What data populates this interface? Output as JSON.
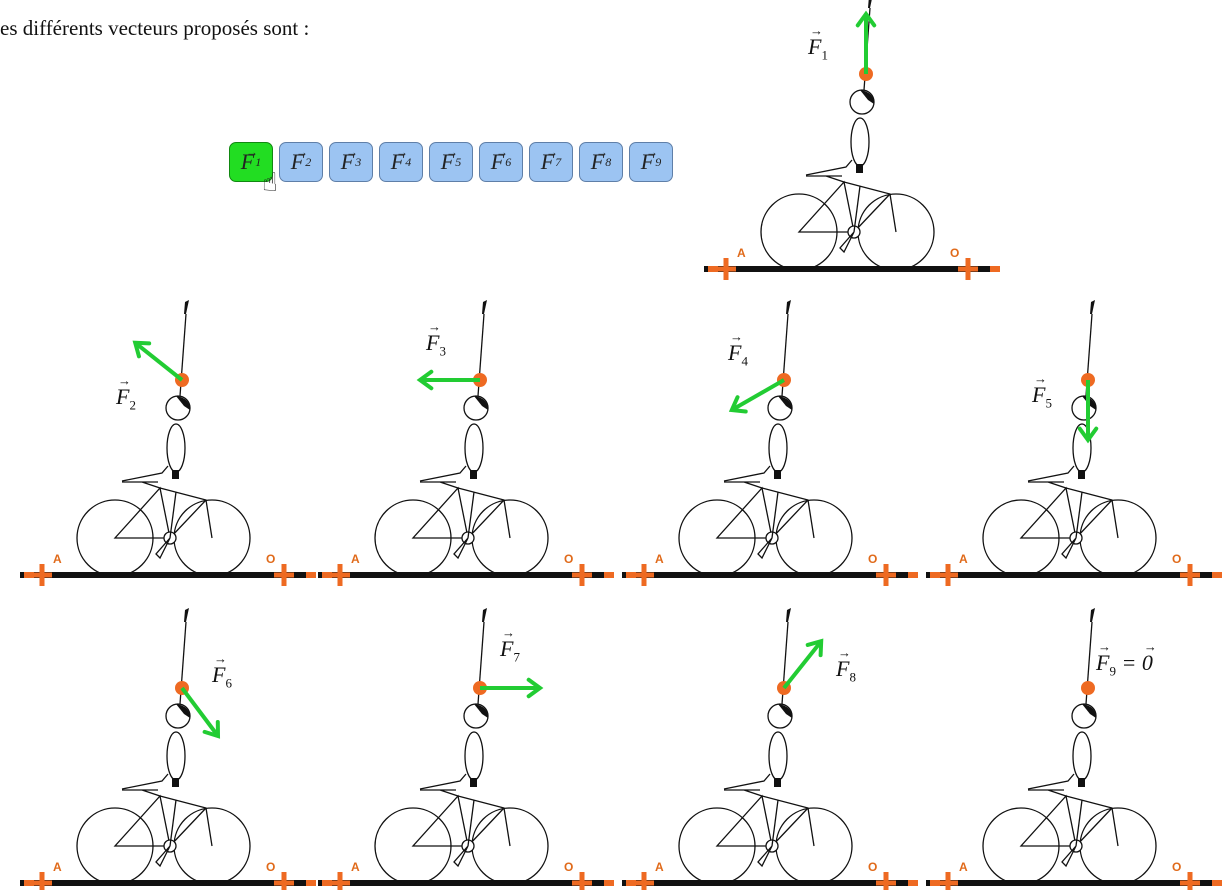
{
  "intro_text": "es différents vecteurs proposés sont :",
  "selector": {
    "buttons": [
      {
        "letter": "F",
        "index": "1",
        "active": true
      },
      {
        "letter": "F",
        "index": "2",
        "active": false
      },
      {
        "letter": "F",
        "index": "3",
        "active": false
      },
      {
        "letter": "F",
        "index": "4",
        "active": false
      },
      {
        "letter": "F",
        "index": "5",
        "active": false
      },
      {
        "letter": "F",
        "index": "6",
        "active": false
      },
      {
        "letter": "F",
        "index": "7",
        "active": false
      },
      {
        "letter": "F",
        "index": "8",
        "active": false
      },
      {
        "letter": "F",
        "index": "9",
        "active": false
      }
    ]
  },
  "arrow_glyph": "→",
  "vector_letter": "F",
  "zero_suffix": "= ",
  "zero_letter": "0",
  "point_labels": {
    "left": "A",
    "right": "O"
  },
  "scenes": [
    {
      "index": "1",
      "direction": "up",
      "zero": false
    },
    {
      "index": "2",
      "direction": "up-left",
      "zero": false
    },
    {
      "index": "3",
      "direction": "left",
      "zero": false
    },
    {
      "index": "4",
      "direction": "down-left",
      "zero": false
    },
    {
      "index": "5",
      "direction": "down",
      "zero": false
    },
    {
      "index": "6",
      "direction": "down-right",
      "zero": false
    },
    {
      "index": "7",
      "direction": "right",
      "zero": false
    },
    {
      "index": "8",
      "direction": "up-right",
      "zero": false
    },
    {
      "index": "9",
      "direction": "none",
      "zero": true
    }
  ],
  "colors": {
    "vector": "#22cc33",
    "point": "#ee6a22",
    "ground": "#111111",
    "button_active": "#22dd22",
    "button_inactive": "#9cc4f2"
  }
}
